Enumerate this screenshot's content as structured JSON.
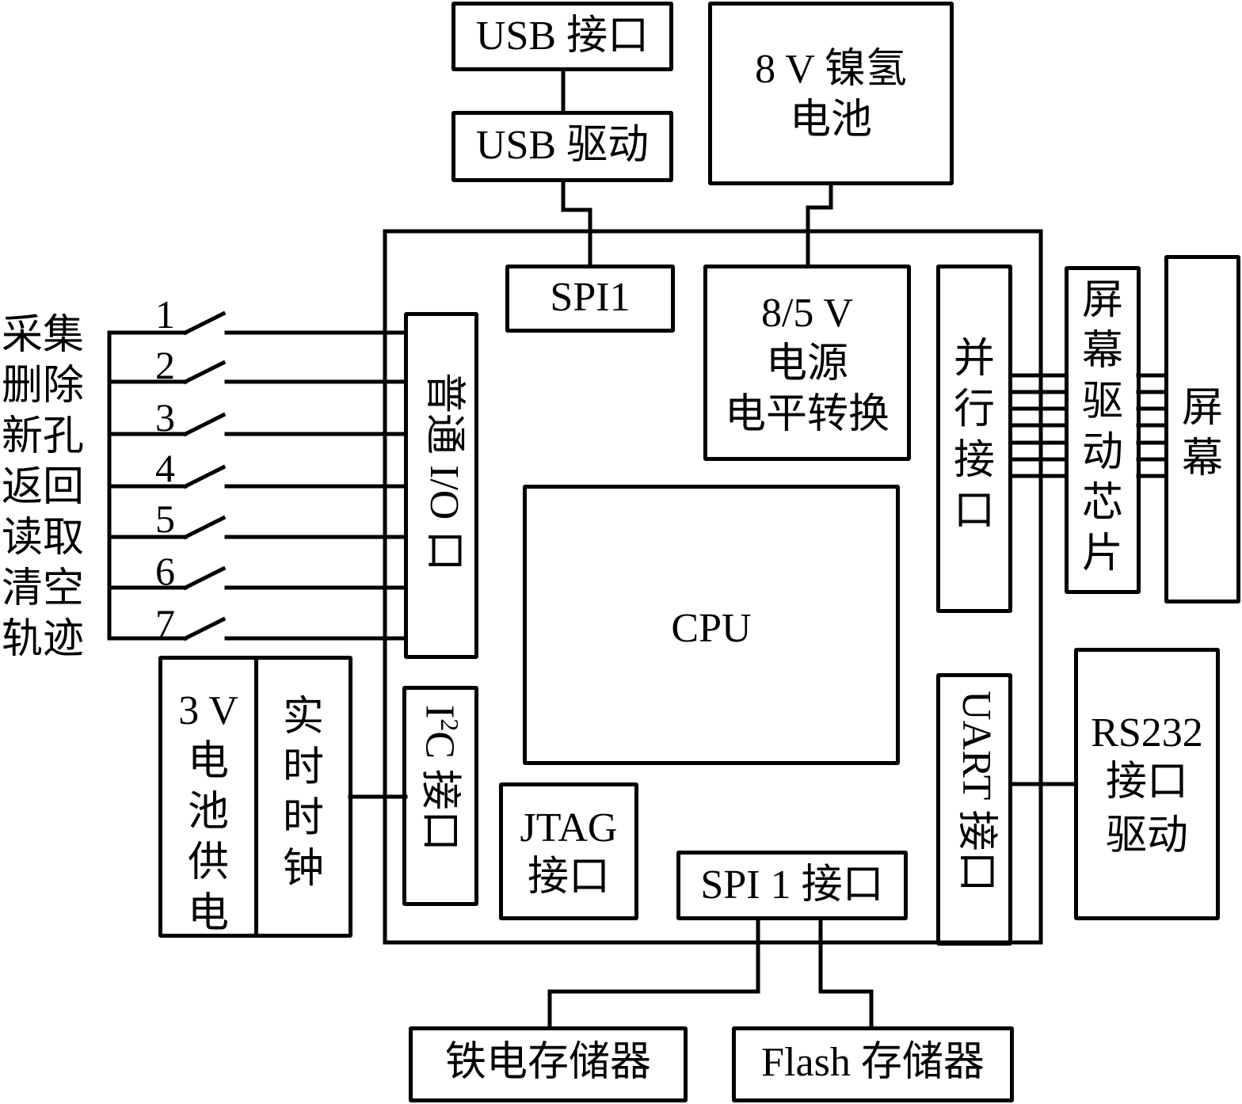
{
  "diagram": {
    "type": "hardware-block-diagram",
    "blocks": {
      "usb_port": "USB 接口",
      "usb_driver": "USB 驱动",
      "battery_8v_line1": "8 V 镍氢",
      "battery_8v_line2": "电池",
      "spi1": "SPI1",
      "power_conv_line1": "8/5 V",
      "power_conv_line2": "电源",
      "power_conv_line3": "电平转换",
      "parallel_port": [
        "并",
        "行",
        "接",
        "口"
      ],
      "screen_driver": [
        "屏",
        "幕",
        "驱",
        "动",
        "芯",
        "片"
      ],
      "screen": [
        "屏",
        "幕"
      ],
      "gpio_port": "普通 I/O 口",
      "cpu": "CPU",
      "i2c_prefix": "I",
      "i2c_sup": "2",
      "i2c_suffix": "C 接口",
      "jtag_line1": "JTAG",
      "jtag_line2": "接口",
      "spi1_port": "SPI 1 接口",
      "uart_port": "UART 接口",
      "rs232_line1": "RS232",
      "rs232_line2": "接口",
      "rs232_line3": "驱动",
      "battery_3v_line1": "3 V",
      "battery_3v_chars": [
        "电",
        "池",
        "供",
        "电"
      ],
      "rtc": [
        "实",
        "时",
        "时",
        "钟"
      ],
      "fram": "铁电存储器",
      "flash": "Flash 存储器"
    },
    "buttons": [
      {
        "number": "1",
        "label": [
          "采",
          "集"
        ]
      },
      {
        "number": "2",
        "label": [
          "删",
          "除"
        ]
      },
      {
        "number": "3",
        "label": [
          "新",
          "孔"
        ]
      },
      {
        "number": "4",
        "label": [
          "返",
          "回"
        ]
      },
      {
        "number": "5",
        "label": [
          "读",
          "取"
        ]
      },
      {
        "number": "6",
        "label": [
          "清",
          "空"
        ]
      },
      {
        "number": "7",
        "label": [
          "轨",
          "迹"
        ]
      }
    ]
  }
}
